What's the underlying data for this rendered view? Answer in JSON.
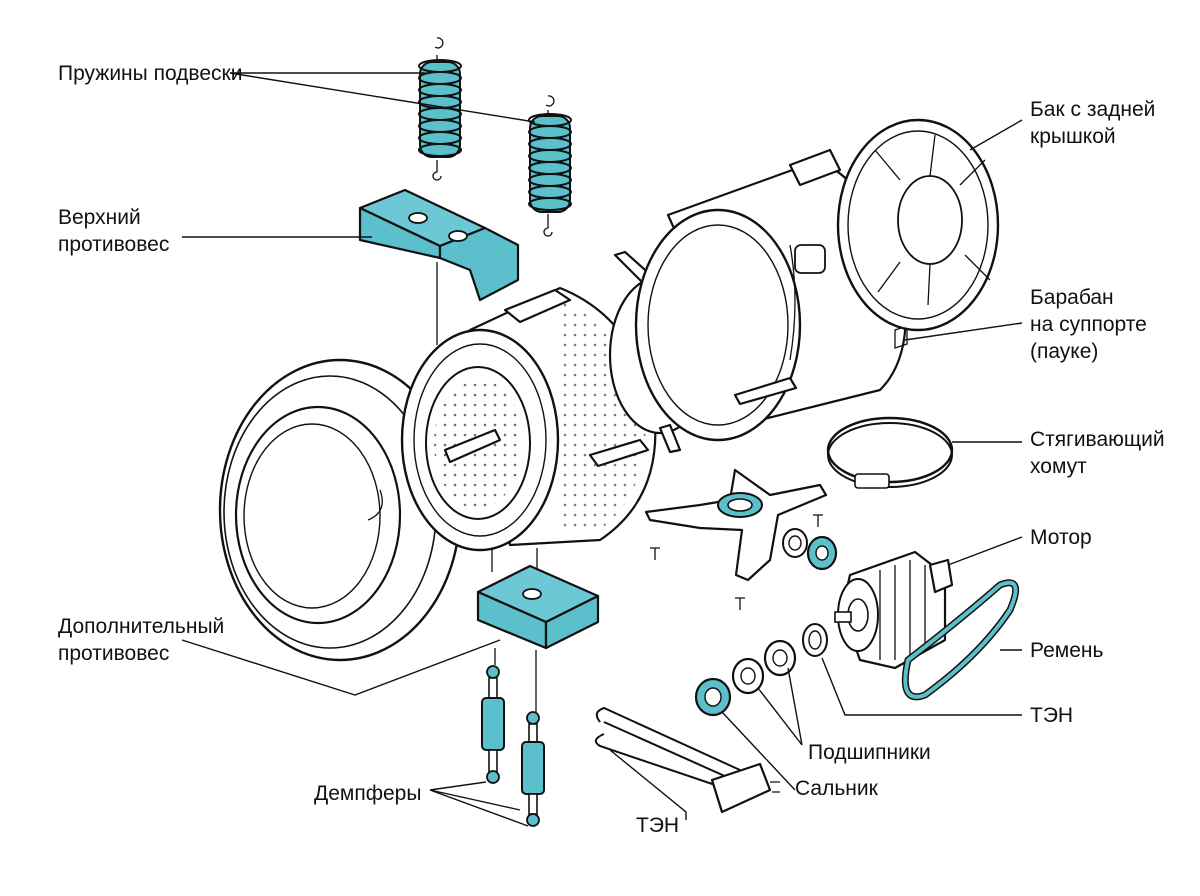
{
  "colors": {
    "accent": "#5bbfcc",
    "outline": "#111111",
    "background": "#ffffff"
  },
  "labels": {
    "springs": "Пружины подвески",
    "top_weight_1": "Верхний",
    "top_weight_2": "противовес",
    "tank_1": "Бак с задней",
    "tank_2": "крышкой",
    "drum_1": "Барабан",
    "drum_2": "на суппорте",
    "drum_3": "(пауке)",
    "clamp_1": "Стягивающий",
    "clamp_2": "хомут",
    "motor": "Мотор",
    "belt": "Ремень",
    "heater_right": "ТЭН",
    "extra_weight_1": "Дополнительный",
    "extra_weight_2": "противовес",
    "bearings": "Подшипники",
    "seal": "Сальник",
    "dampers": "Демпферы",
    "heater_bottom": "ТЭН"
  }
}
